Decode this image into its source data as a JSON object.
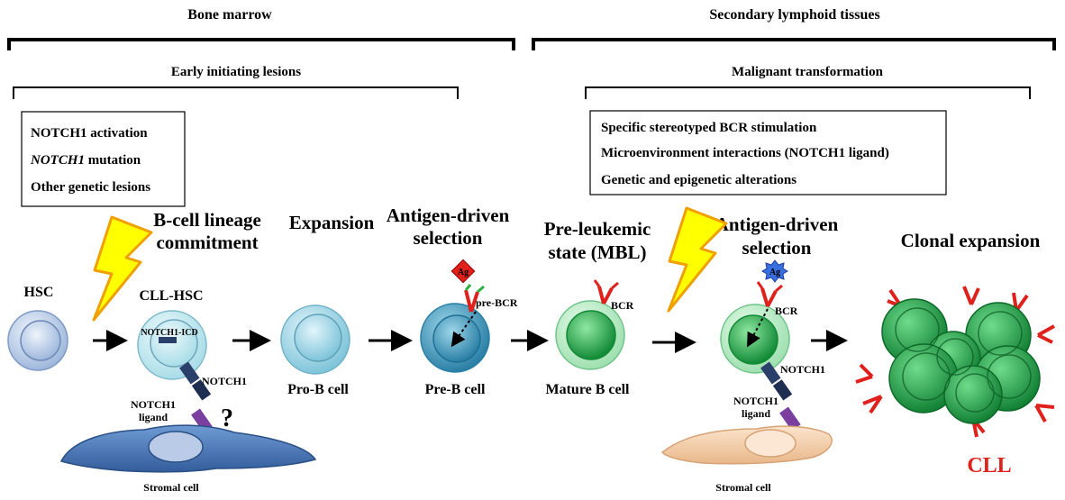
{
  "top": {
    "bone_marrow": "Bone marrow",
    "secondary_lymphoid": "Secondary lymphoid tissues",
    "early_lesions": "Early initiating lesions",
    "malignant_transformation": "Malignant transformation"
  },
  "left_box": {
    "line1": "NOTCH1 activation",
    "line2": "NOTCH1",
    "line2_rest": " mutation",
    "line3": "Other genetic lesions"
  },
  "right_box": {
    "line1": "Specific stereotyped BCR stimulation",
    "line2": "Microenvironment interactions (NOTCH1 ligand)",
    "line3": "Genetic and epigenetic alterations"
  },
  "stages": {
    "bcell_commitment_1": "B-cell lineage",
    "bcell_commitment_2": "commitment",
    "expansion": "Expansion",
    "antigen_selection_1_a": "Antigen-driven",
    "antigen_selection_1_b": "selection",
    "preleukemic_a": "Pre-leukemic",
    "preleukemic_b": "state (MBL)",
    "antigen_selection_2_a": "Antigen-driven",
    "antigen_selection_2_b": "selection",
    "clonal_expansion": "Clonal expansion"
  },
  "cells": {
    "hsc": "HSC",
    "cll_hsc": "CLL-HSC",
    "pro_b": "Pro-B  cell",
    "pre_b": "Pre-B cell",
    "mature_b": "Mature B cell",
    "cll": "CLL"
  },
  "labels": {
    "notch1_icd": "NOTCH1-ICD",
    "notch1_left": "NOTCH1",
    "notch1_ligand_left_a": "NOTCH1",
    "notch1_ligand_left_b": "ligand",
    "question": "?",
    "stromal_left": "Stromal cell",
    "pre_bcr": "pre-BCR",
    "ag1": "Ag",
    "bcr_mature": "BCR",
    "bcr_selection": "BCR",
    "ag2": "Ag",
    "notch1_right": "NOTCH1",
    "notch1_ligand_right_a": "NOTCH1",
    "notch1_ligand_right_b": "ligand",
    "stromal_right": "Stromal cell"
  },
  "colors": {
    "hsc": "#c9daf0",
    "pro_b": "#a9dbe8",
    "pre_b": "#4ea8c7",
    "green": "#1faa4a",
    "cll_red": "#e0201b",
    "bcr": "#e0201b",
    "lightning": "#ffff00",
    "stroma_blue": "#4f7fbf",
    "stroma_peach": "#f6d3b0",
    "notch_navy": "#2a3f6a",
    "ligand_purple": "#7b3fa0"
  }
}
